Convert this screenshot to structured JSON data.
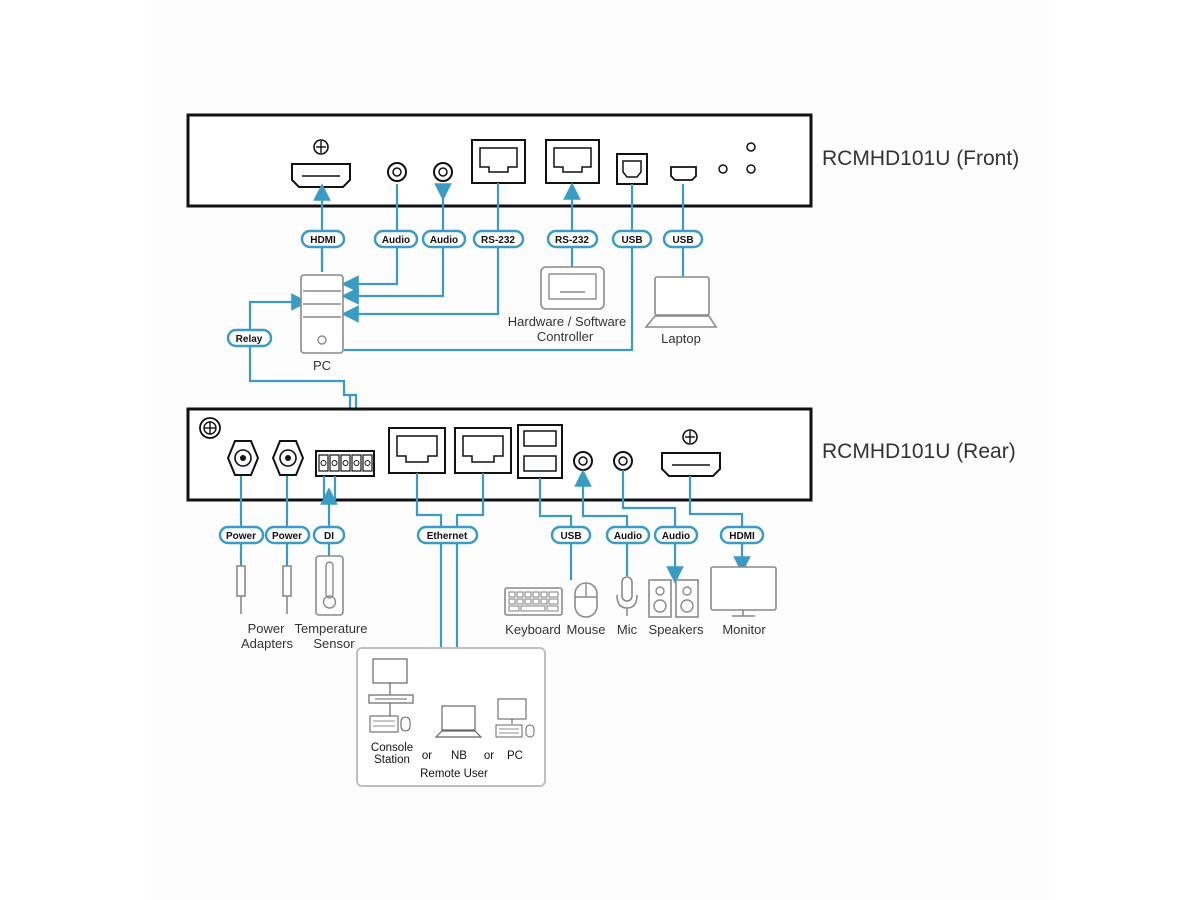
{
  "front": {
    "title": "RCMHD101U (Front)"
  },
  "rear": {
    "title": "RCMHD101U (Rear)"
  },
  "pills": {
    "hdmi": "HDMI",
    "audio": "Audio",
    "rs232": "RS-232",
    "usb": "USB",
    "relay": "Relay",
    "power": "Power",
    "di": "DI",
    "ethernet": "Ethernet"
  },
  "devices": {
    "pc": "PC",
    "controller_line1": "Hardware / Software",
    "controller_line2": "Controller",
    "laptop": "Laptop",
    "power_adapters_line1": "Power",
    "power_adapters_line2": "Adapters",
    "temp_sensor_line1": "Temperature",
    "temp_sensor_line2": "Sensor",
    "keyboard": "Keyboard",
    "mouse": "Mouse",
    "mic": "Mic",
    "speakers": "Speakers",
    "monitor": "Monitor"
  },
  "remote": {
    "console_line1": "Console",
    "console_line2": "Station",
    "or1": "or",
    "nb": "NB",
    "or2": "or",
    "pc": "PC",
    "caption": "Remote User"
  },
  "colors": {
    "wire": "#3a9cc4",
    "device": "#222222",
    "peripheral": "#8a8a8a"
  }
}
